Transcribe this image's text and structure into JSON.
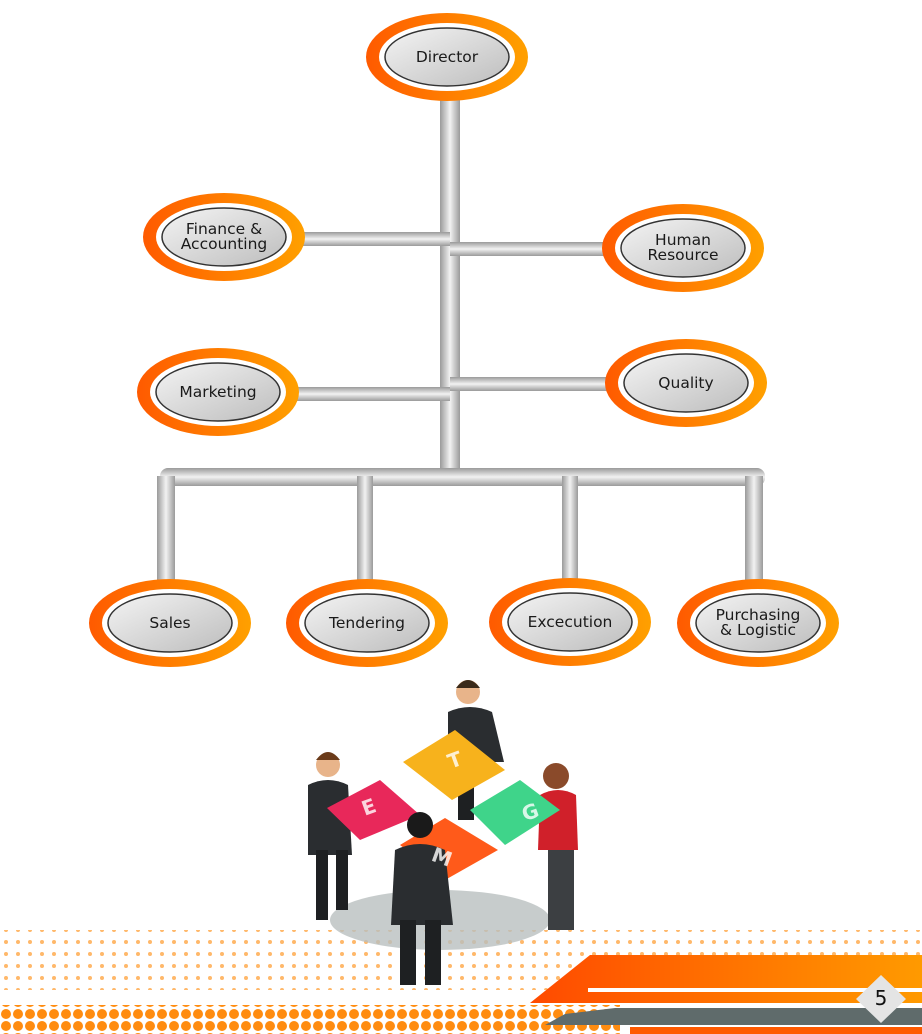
{
  "org_chart": {
    "director": "Director",
    "level2": [
      "Finance &\nAccounting",
      "Human\nResource"
    ],
    "level3": [
      "Marketing",
      "Quality"
    ],
    "departments": [
      "Sales",
      "Tendering",
      "Excecution",
      "Purchasing\n& Logistic"
    ]
  },
  "illustration": {
    "puzzle_letters": [
      "E",
      "T",
      "G",
      "M"
    ]
  },
  "footer": {
    "page_number": "5"
  },
  "colors": {
    "orange": "#ff6a00",
    "orange_light": "#ffa000",
    "connector": "#c8c8c8",
    "node_fill": "#dcdcdc",
    "gray_band": "#5f6b6b"
  }
}
